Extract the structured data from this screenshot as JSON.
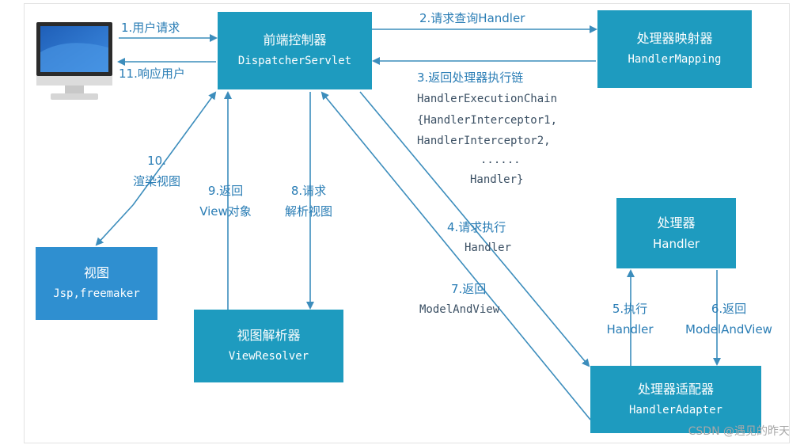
{
  "boxes": {
    "dispatcher": {
      "title": "前端控制器",
      "sub": "DispatcherServlet"
    },
    "mapping": {
      "title": "处理器映射器",
      "sub": "HandlerMapping"
    },
    "handler": {
      "title": "处理器",
      "sub": "Handler"
    },
    "adapter": {
      "title": "处理器适配器",
      "sub": "HandlerAdapter"
    },
    "view": {
      "title": "视图",
      "sub": "Jsp,freemaker"
    },
    "resolver": {
      "title": "视图解析器",
      "sub": "ViewResolver"
    }
  },
  "labels": {
    "s1": "1.用户请求",
    "s11": "11.响应用户",
    "s2": "2.请求查询Handler",
    "s3_1": "3.返回处理器执行链",
    "s3_2": "HandlerExecutionChain",
    "s3_3": "{HandlerInterceptor1,",
    "s3_4": "HandlerInterceptor2,",
    "s3_5": "......",
    "s3_6": "Handler}",
    "s4_1": "4.请求执行",
    "s4_2": "Handler",
    "s5_1": "5.执行",
    "s5_2": "Handler",
    "s6_1": "6.返回",
    "s6_2": "ModelAndView",
    "s7_1": "7.返回",
    "s7_2": "ModelAndView",
    "s8_1": "8.请求",
    "s8_2": "解析视图",
    "s9_1": "9.返回",
    "s9_2": "View对象",
    "s10_1": "10.",
    "s10_2": "渲染视图"
  },
  "watermark": "CSDN @遇见的昨天",
  "colors": {
    "box_blue": "#2f8fd0",
    "box_teal": "#1e9bbf",
    "arrow": "#3c8dbc",
    "label": "#2a7db5"
  }
}
